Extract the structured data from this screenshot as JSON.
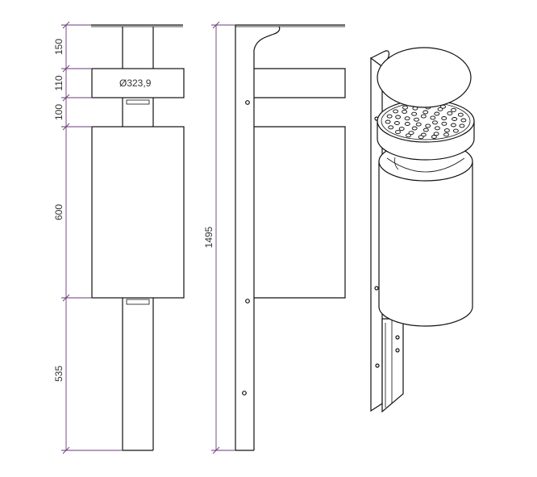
{
  "dimensions": {
    "top_cap": "150",
    "ring": "110",
    "gap": "100",
    "body": "600",
    "post": "535",
    "total": "1495",
    "diameter": "Ø323,9"
  },
  "colors": {
    "line": "#111111",
    "dimension_line": "#6b3a7a",
    "background": "#ffffff"
  }
}
